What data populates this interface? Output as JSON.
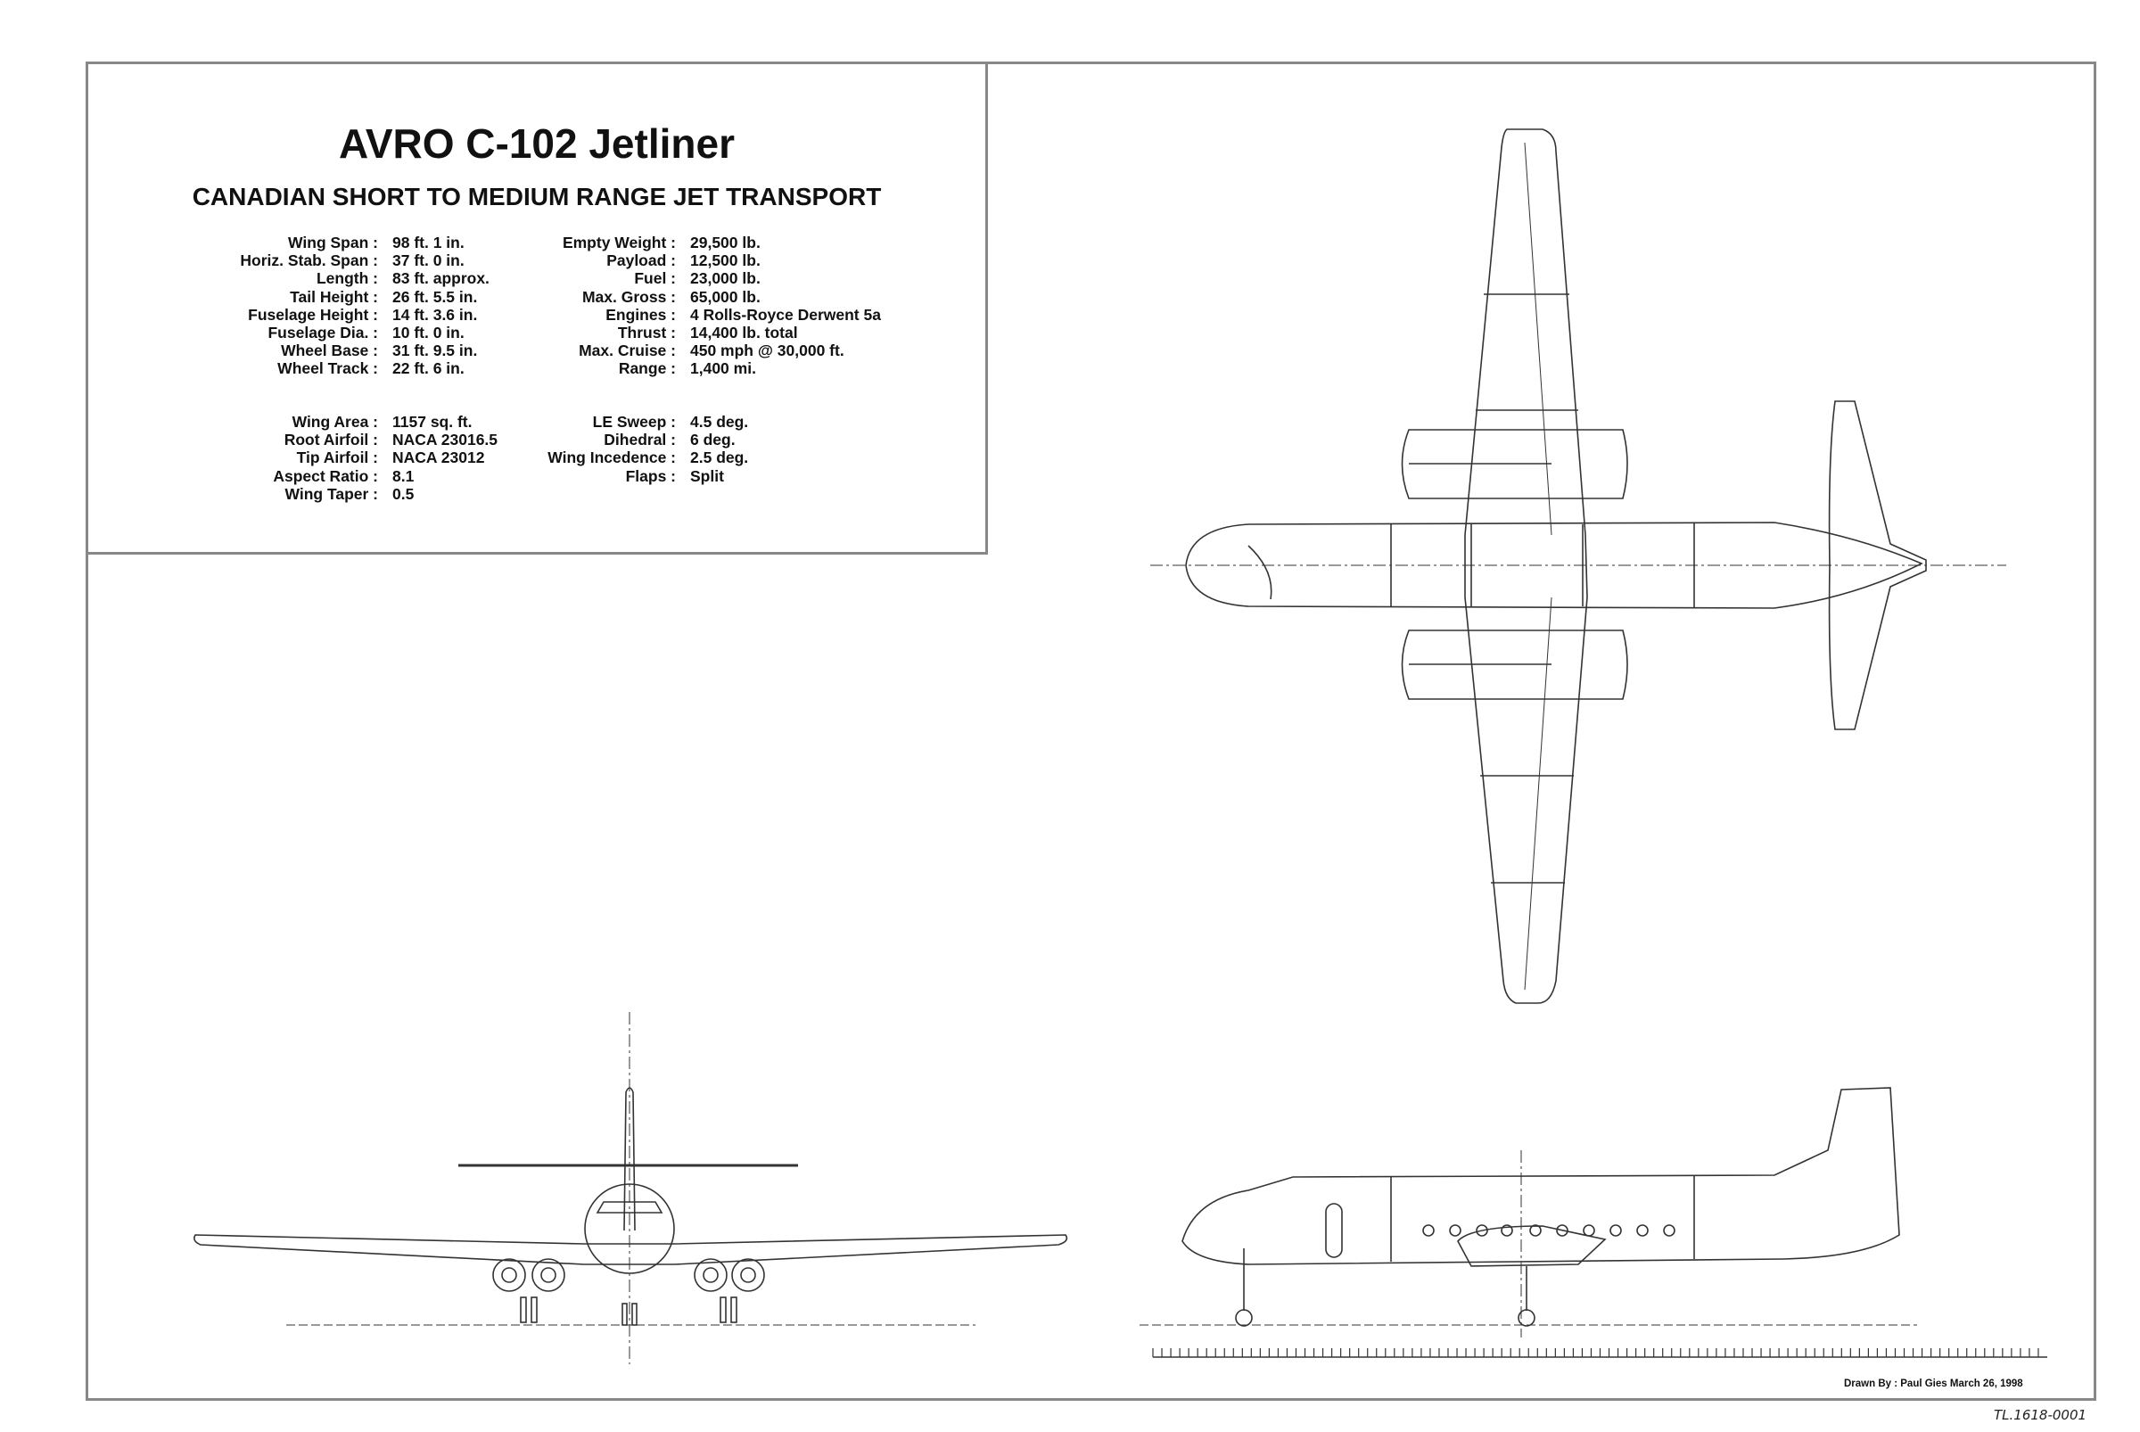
{
  "title": "AVRO C-102 Jetliner",
  "subtitle": "CANADIAN SHORT TO MEDIUM RANGE JET TRANSPORT",
  "specs_left_1": [
    {
      "label": "Wing Span :",
      "value": "98 ft.  1 in."
    },
    {
      "label": "Horiz. Stab. Span :",
      "value": "37 ft.  0 in."
    },
    {
      "label": "Length :",
      "value": "83 ft.  approx."
    },
    {
      "label": "Tail Height :",
      "value": "26 ft.  5.5 in."
    },
    {
      "label": "Fuselage Height :",
      "value": "14 ft.  3.6 in."
    },
    {
      "label": "Fuselage Dia. :",
      "value": "10 ft.  0 in."
    },
    {
      "label": "Wheel Base :",
      "value": "31 ft.  9.5 in."
    },
    {
      "label": "Wheel Track :",
      "value": "22 ft.  6 in."
    }
  ],
  "specs_right_1": [
    {
      "label": "Empty Weight :",
      "value": "29,500 lb."
    },
    {
      "label": "Payload :",
      "value": "12,500 lb."
    },
    {
      "label": "Fuel :",
      "value": "23,000 lb."
    },
    {
      "label": "Max. Gross :",
      "value": "65,000 lb."
    },
    {
      "label": "Engines :",
      "value": "4 Rolls-Royce Derwent 5a"
    },
    {
      "label": "Thrust :",
      "value": "14,400 lb. total"
    },
    {
      "label": "Max. Cruise :",
      "value": "450 mph @ 30,000 ft."
    },
    {
      "label": "Range :",
      "value": "1,400 mi."
    }
  ],
  "specs_left_2": [
    {
      "label": "Wing Area :",
      "value": "1157 sq. ft."
    },
    {
      "label": "Root Airfoil :",
      "value": "NACA 23016.5"
    },
    {
      "label": "Tip Airfoil :",
      "value": "NACA 23012"
    },
    {
      "label": "Aspect Ratio :",
      "value": "8.1"
    },
    {
      "label": "Wing Taper :",
      "value": "0.5"
    }
  ],
  "specs_right_2": [
    {
      "label": "LE Sweep :",
      "value": "4.5 deg."
    },
    {
      "label": "Dihedral :",
      "value": "6 deg."
    },
    {
      "label": "Wing Incedence :",
      "value": "2.5 deg."
    },
    {
      "label": "Flaps :",
      "value": "Split"
    }
  ],
  "credit": "Drawn By : Paul Gies  March 26, 1998",
  "drawing_number": "TL.1618-0001"
}
